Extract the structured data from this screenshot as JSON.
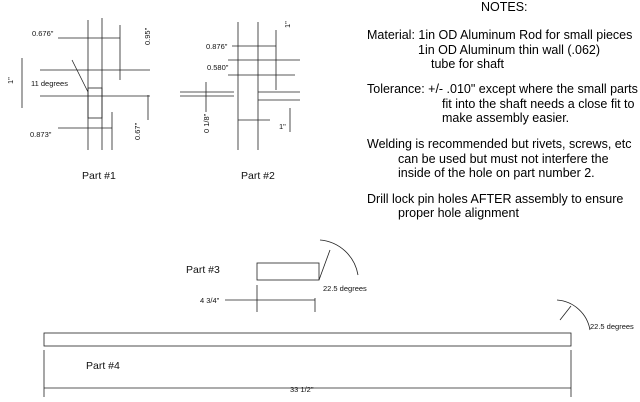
{
  "notes": {
    "title": "NOTES:",
    "material_1": "Material: 1in OD Aluminum Rod for small pieces",
    "material_2": "1in OD Aluminum thin wall (.062)",
    "material_3": "tube for shaft",
    "tolerance_1": "Tolerance: +/- .010\" except where the small parts",
    "tolerance_2": "fit into the shaft needs a close fit to",
    "tolerance_3": "make assembly easier.",
    "welding_1": "Welding is recommended but rivets, screws, etc",
    "welding_2": "can be used but must not interfere the",
    "welding_3": "inside of the hole on part number 2.",
    "drill_1": "Drill lock pin holes AFTER assembly to ensure",
    "drill_2": "proper hole alignment"
  },
  "part1": {
    "label": "Part #1",
    "dim_top_left": "0.676\"",
    "dim_top_right": "0.95\"",
    "dim_left": "1\"",
    "angle": "11 degrees",
    "dim_bottom_left": "0.873\"",
    "dim_bottom_right": "0.67\""
  },
  "part2": {
    "label": "Part #2",
    "dim_top": "0.876\"",
    "dim_right_top": "1\"",
    "dim_mid": "0.580\"",
    "dim_left_bottom": "0 1/8\"",
    "dim_right_bottom": "1\""
  },
  "part3": {
    "label": "Part #3",
    "length": "4 3/4\"",
    "angle": "22.5 degrees"
  },
  "part4": {
    "label": "Part #4",
    "length": "33 1/2\"",
    "angle": "22.5 degrees"
  }
}
